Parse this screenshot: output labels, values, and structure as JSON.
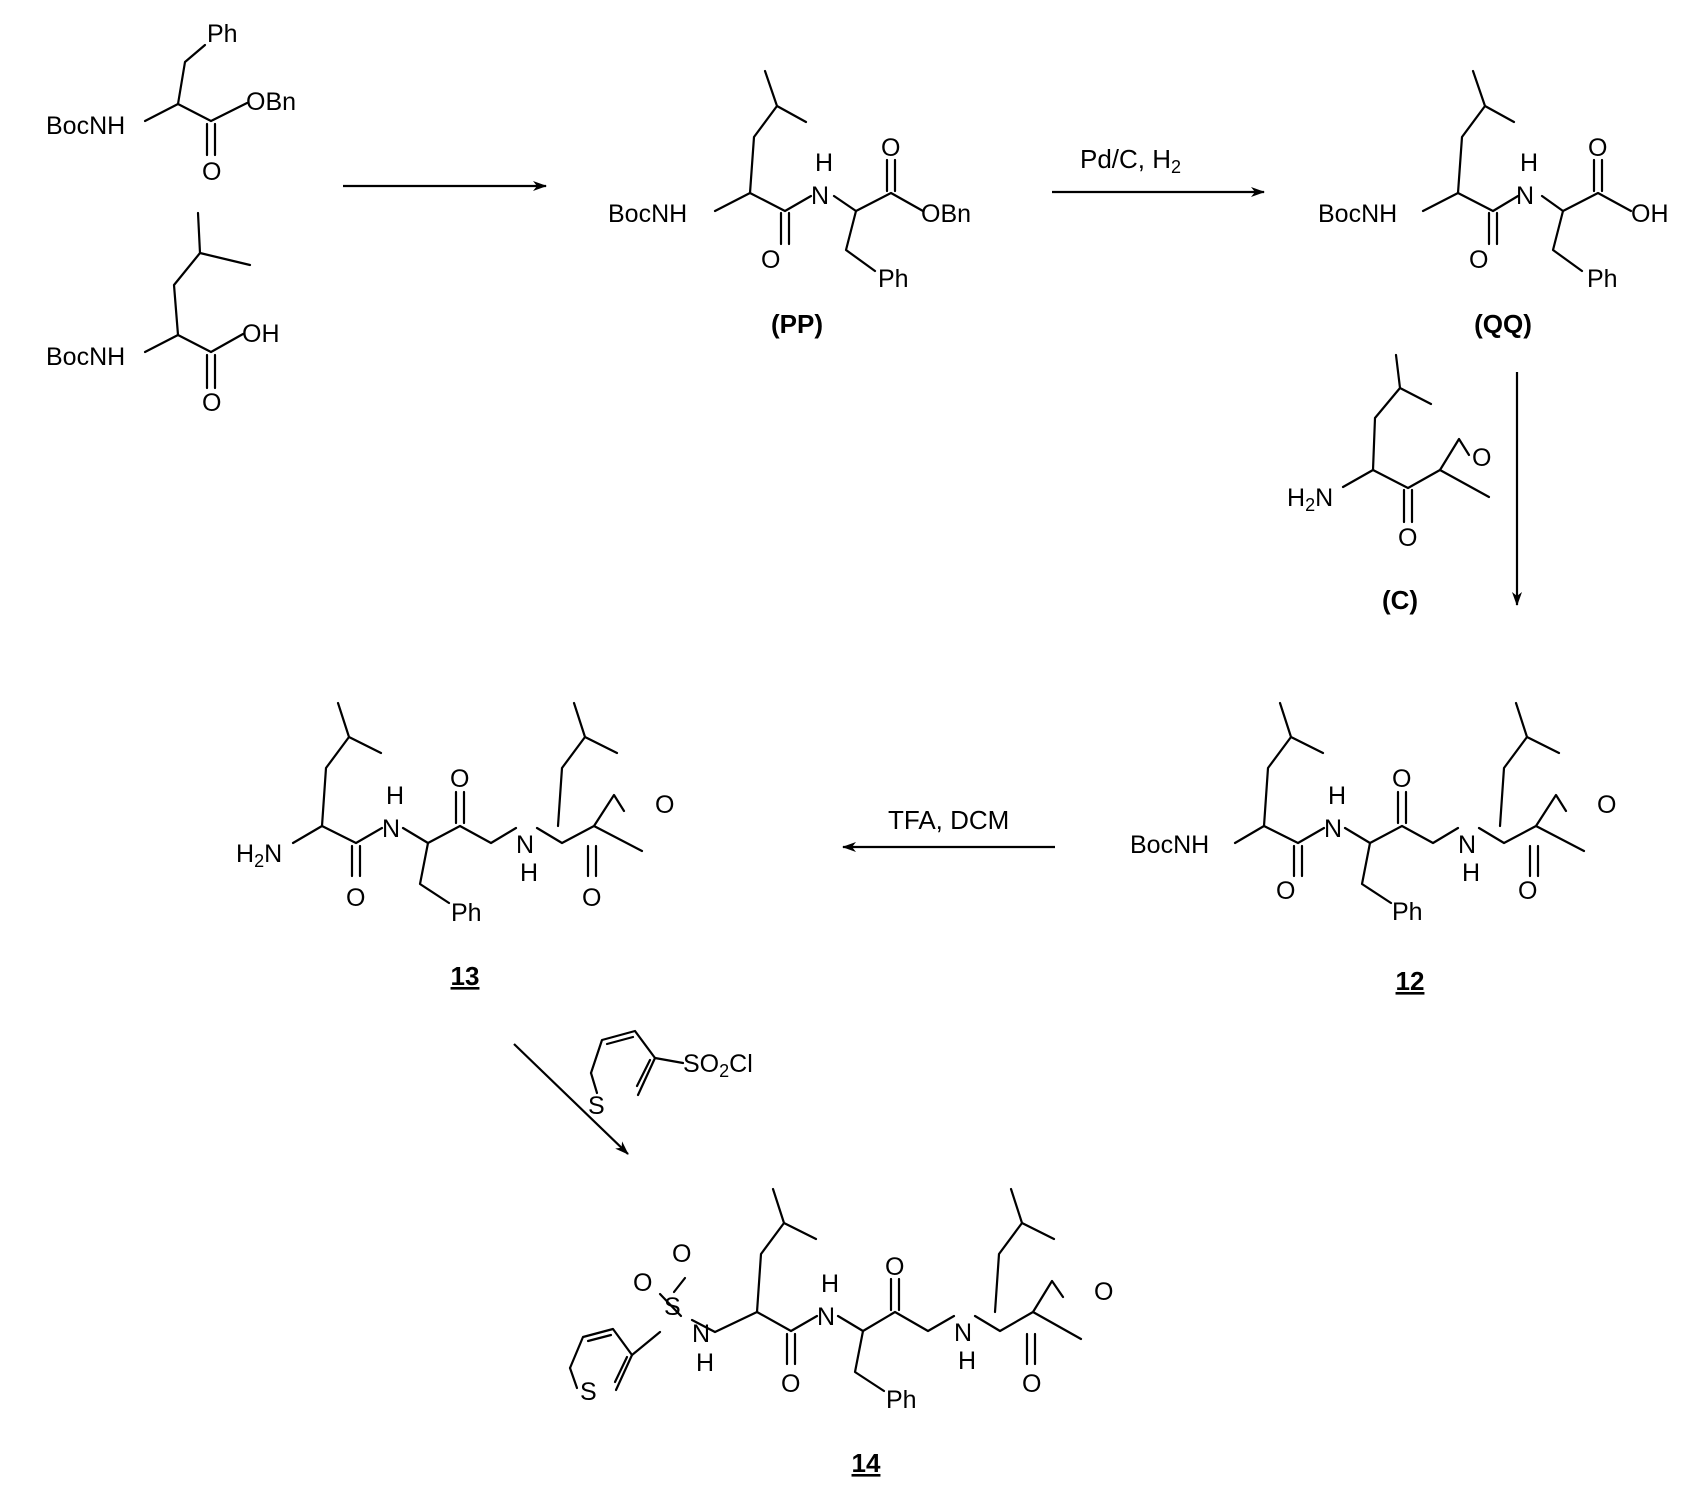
{
  "atoms": {
    "boc_nh": "BocNH",
    "h2n": "H2N",
    "ph": "Ph",
    "obn": "OBn",
    "oh": "OH",
    "o": "O",
    "h": "H",
    "n": "N",
    "s": "S",
    "so2cl": "SO2Cl"
  },
  "labels": {
    "pp": "(PP)",
    "qq": "(QQ)",
    "c": "(C)",
    "c12": "12",
    "c13": "13",
    "c14": "14"
  },
  "conditions": {
    "hydrogenation": "Pd/C, H2",
    "deprotection": "TFA, DCM"
  },
  "colors": {
    "ink": "#000000",
    "background": "#ffffff"
  }
}
